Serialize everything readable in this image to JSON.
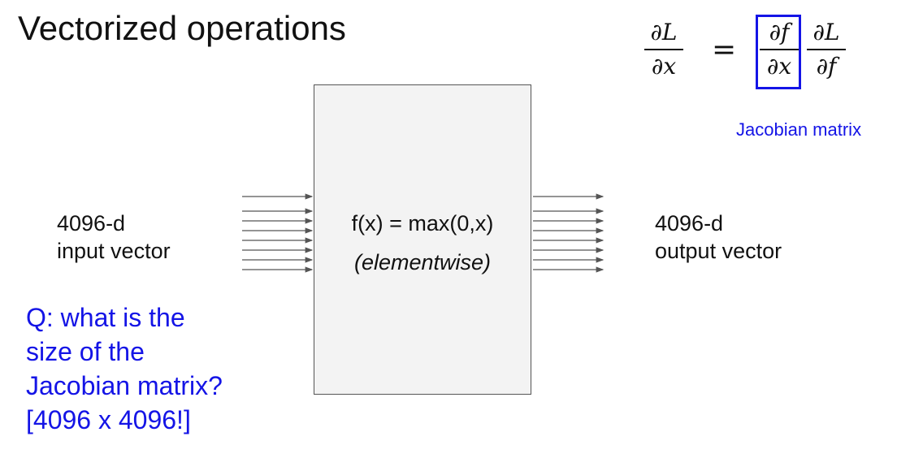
{
  "slide": {
    "title": "Vectorized operations",
    "equation": {
      "lhs": {
        "num": "∂L",
        "den": "∂x"
      },
      "equals": "=",
      "jacobian": {
        "num": "∂f",
        "den": "∂x"
      },
      "rhs": {
        "num": "∂L",
        "den": "∂f"
      },
      "highlight_color": "#1414e6"
    },
    "jacobian_label": "Jacobian matrix",
    "input": {
      "line1": "4096-d",
      "line2": "input vector"
    },
    "output": {
      "line1": "4096-d",
      "line2": "output vector"
    },
    "function": {
      "line1": "f(x) = max(0,x)",
      "line2": "(elementwise)"
    },
    "question": {
      "lines": [
        "Q: what is the",
        "size of the",
        "Jacobian matrix?",
        "[4096 x 4096!]"
      ],
      "color": "#1414e6"
    }
  }
}
